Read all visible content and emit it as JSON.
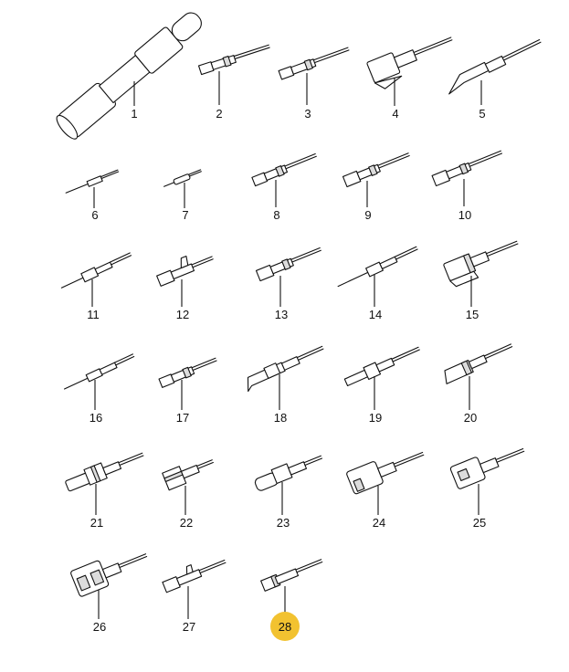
{
  "parts": [
    {
      "number": "1"
    },
    {
      "number": "2"
    },
    {
      "number": "3"
    },
    {
      "number": "4"
    },
    {
      "number": "5"
    },
    {
      "number": "6"
    },
    {
      "number": "7"
    },
    {
      "number": "8"
    },
    {
      "number": "9"
    },
    {
      "number": "10"
    },
    {
      "number": "11"
    },
    {
      "number": "12"
    },
    {
      "number": "13"
    },
    {
      "number": "14"
    },
    {
      "number": "15"
    },
    {
      "number": "16"
    },
    {
      "number": "17"
    },
    {
      "number": "18"
    },
    {
      "number": "19"
    },
    {
      "number": "20"
    },
    {
      "number": "21"
    },
    {
      "number": "22"
    },
    {
      "number": "23"
    },
    {
      "number": "24"
    },
    {
      "number": "25"
    },
    {
      "number": "26"
    },
    {
      "number": "27"
    },
    {
      "number": "28",
      "highlighted": true
    }
  ],
  "colors": {
    "highlight": "#f2c230",
    "line": "#111111",
    "background": "#ffffff"
  }
}
